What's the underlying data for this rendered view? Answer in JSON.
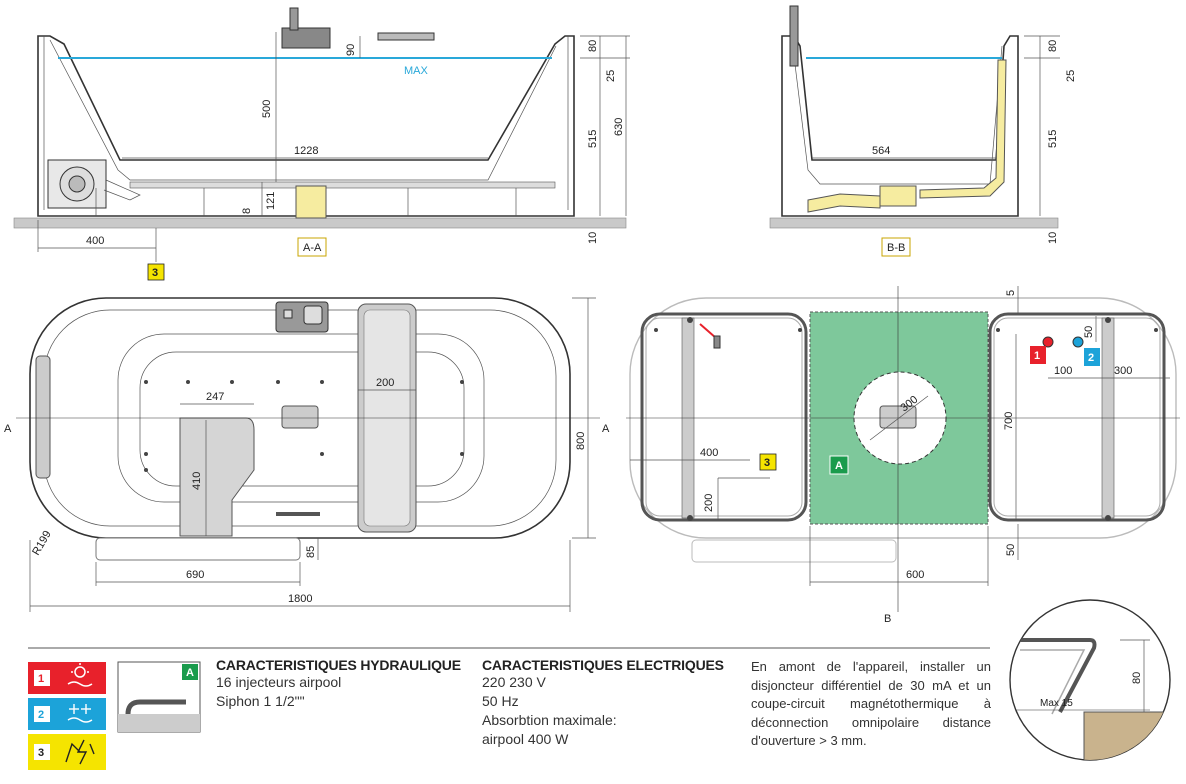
{
  "section_aa": {
    "label": "A-A",
    "max_label": "MAX",
    "dim_90": "90",
    "dim_80": "80",
    "dim_25": "25",
    "dim_500": "500",
    "dim_515": "515",
    "dim_630": "630",
    "dim_1228": "1228",
    "dim_121": "121",
    "dim_8": "8",
    "dim_400": "400",
    "dim_10": "10",
    "callout": "3"
  },
  "section_bb": {
    "label": "B-B",
    "dim_80": "80",
    "dim_25": "25",
    "dim_564": "564",
    "dim_515": "515",
    "dim_10": "10"
  },
  "plan_top": {
    "marker_a_left": "A",
    "marker_a_right": "A",
    "dim_247": "247",
    "dim_200": "200",
    "dim_410": "410",
    "dim_800": "800",
    "dim_r199": "R199",
    "dim_85": "85",
    "dim_690": "690",
    "dim_1800": "1800"
  },
  "plan_bottom": {
    "dim_5": "5",
    "dim_50_top": "50",
    "dim_100": "100",
    "dim_300_right": "300",
    "dim_300_circle": "300",
    "dim_700": "700",
    "dim_400": "400",
    "dim_200": "200",
    "dim_600": "600",
    "dim_50_bottom": "50",
    "callout_1": "1",
    "callout_2": "2",
    "callout_3": "3",
    "callout_a": "A",
    "marker_b": "B"
  },
  "detail": {
    "dim_80": "80",
    "max_15": "Max 15"
  },
  "legend": {
    "item_1": "1",
    "item_2": "2",
    "item_3": "3",
    "item_a": "A"
  },
  "hydraulic": {
    "title": "CARACTERISTIQUES HYDRAULIQUE",
    "line1": "16 injecteurs airpool",
    "line2": "Siphon 1 1/2\"\""
  },
  "electric": {
    "title": "CARACTERISTIQUES ELECTRIQUES",
    "line1": "220 230 V",
    "line2": "50 Hz",
    "line3": "Absorbtion maximale:",
    "line4": "airpool 400 W"
  },
  "note": "En amont de l'appareil, installer un disjoncteur différentiel de 30 mA et un coupe-circuit magnétothermique à déconnection omnipolaire distance d'ouverture > 3 mm.",
  "colors": {
    "red": "#e8212b",
    "blue": "#1ca3d9",
    "yellow": "#f5e400",
    "green": "#7ec89b",
    "dark_green": "#1a9b4c",
    "water_line": "#29a8d9",
    "pipe": "#f6eca0"
  }
}
